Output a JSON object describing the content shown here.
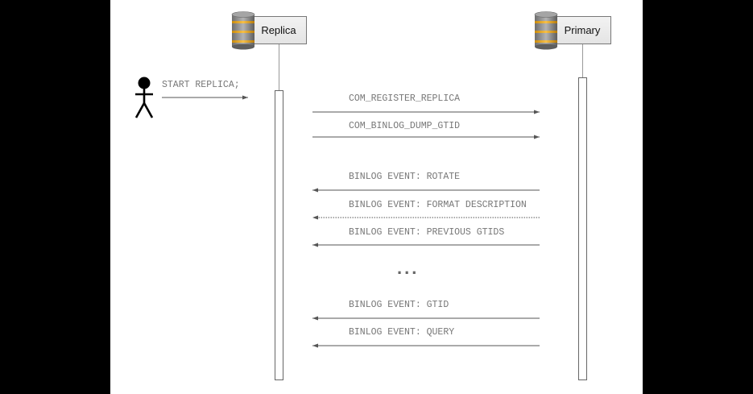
{
  "participants": {
    "replica": {
      "label": "Replica",
      "icon": "database-icon"
    },
    "primary": {
      "label": "Primary",
      "icon": "database-icon"
    }
  },
  "actor": {
    "icon": "stick-figure-icon",
    "command": "START REPLICA;"
  },
  "messages": [
    {
      "label": "COM_REGISTER_REPLICA",
      "direction": "replica-to-primary",
      "style": "solid"
    },
    {
      "label": "COM_BINLOG_DUMP_GTID",
      "direction": "replica-to-primary",
      "style": "solid"
    },
    {
      "label": "BINLOG EVENT: ROTATE",
      "direction": "primary-to-replica",
      "style": "solid"
    },
    {
      "label": "BINLOG EVENT: FORMAT DESCRIPTION",
      "direction": "primary-to-replica",
      "style": "dotted"
    },
    {
      "label": "BINLOG EVENT: PREVIOUS GTIDS",
      "direction": "primary-to-replica",
      "style": "solid"
    },
    {
      "label": "BINLOG EVENT: GTID",
      "direction": "primary-to-replica",
      "style": "solid"
    },
    {
      "label": "BINLOG EVENT: QUERY",
      "direction": "primary-to-replica",
      "style": "solid"
    }
  ],
  "ellipsis": "...",
  "colors": {
    "background": "#000000",
    "canvas": "#ffffff",
    "db_gray": "#8c8c8c",
    "db_band": "#e6a519",
    "line": "#555555",
    "label_text": "#777777"
  }
}
